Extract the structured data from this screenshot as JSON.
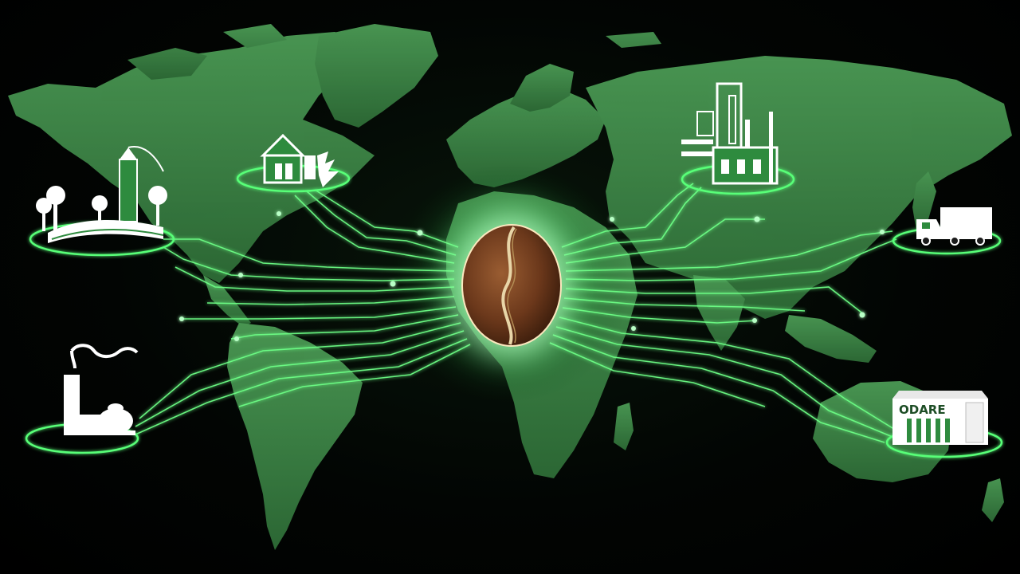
{
  "colors": {
    "background": "#000000",
    "land": "#3f8f4a",
    "land_light": "#5fb56a",
    "line": "#6dff86",
    "line_dim": "#3fd45e",
    "node_ring": "#58ff78",
    "icon": "#ffffff",
    "bean_dark": "#5a2c16",
    "bean_light": "#8b4a25",
    "bean_crease": "#e8d6a8"
  },
  "nodes": [
    {
      "name": "farm-plantation",
      "icon": "farm-icon",
      "side": "left"
    },
    {
      "name": "warehouse-house",
      "icon": "house-icon",
      "side": "left"
    },
    {
      "name": "roastery-factory-left",
      "icon": "roaster-icon",
      "side": "left"
    },
    {
      "name": "processing-plant",
      "icon": "factory-icon",
      "side": "right"
    },
    {
      "name": "shipping-truck",
      "icon": "truck-icon",
      "side": "right"
    },
    {
      "name": "retail-store",
      "icon": "store-icon",
      "side": "right"
    }
  ],
  "center": {
    "icon": "coffee-bean-icon"
  },
  "store_sign": "ODARE"
}
